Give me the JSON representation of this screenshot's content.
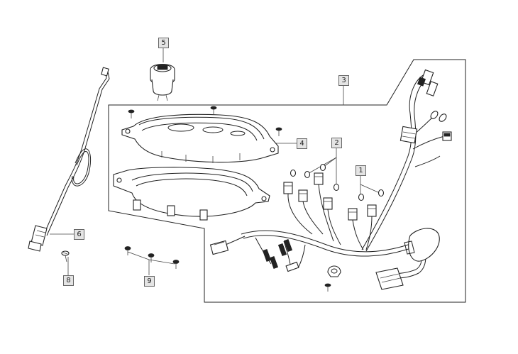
{
  "callouts": [
    {
      "id": "c1",
      "label": "1"
    },
    {
      "id": "c2",
      "label": "2"
    },
    {
      "id": "c3",
      "label": "3"
    },
    {
      "id": "c4",
      "label": "4"
    },
    {
      "id": "c5",
      "label": "5"
    },
    {
      "id": "c6",
      "label": "6"
    },
    {
      "id": "c8",
      "label": "8"
    },
    {
      "id": "c9",
      "label": "9"
    }
  ],
  "colors": {
    "line": "#222222",
    "callout_fill": "#e4e4e4",
    "callout_border": "#666666"
  }
}
